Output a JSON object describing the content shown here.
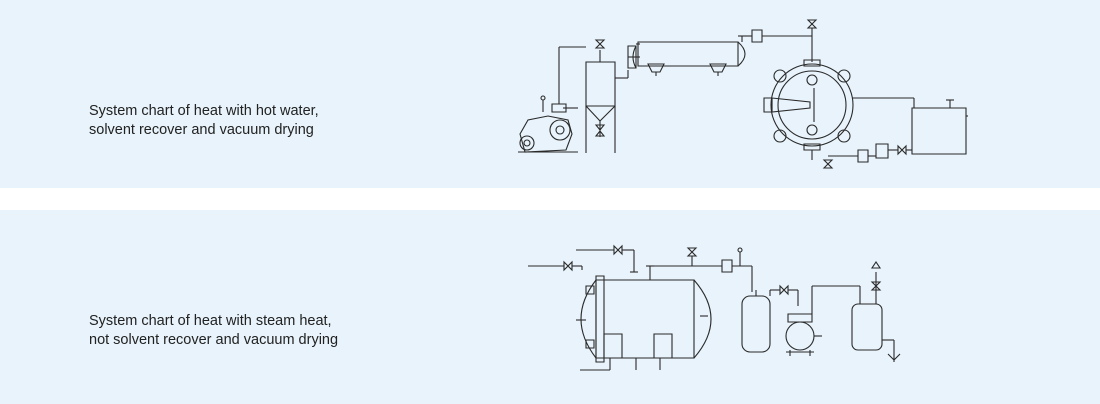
{
  "panels": [
    {
      "caption_lines": [
        "System chart of heat with hot water,",
        "solvent recover and vacuum drying"
      ]
    },
    {
      "caption_lines": [
        "System chart of heat with steam heat,",
        "not solvent recover and vacuum drying"
      ]
    }
  ],
  "colors": {
    "panel_background": "#e8f3fb",
    "page_background": "#ffffff",
    "caption_text": "#222222",
    "line_art": "#2a2a2a"
  }
}
